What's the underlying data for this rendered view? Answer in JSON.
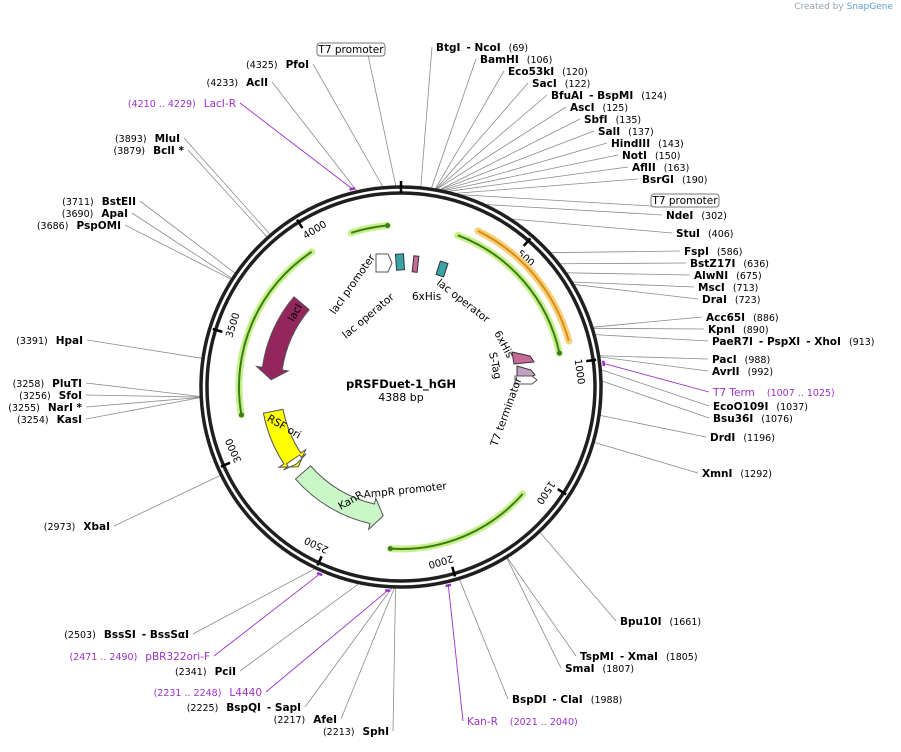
{
  "credit": {
    "created_by": "Created by",
    "brand": "SnapGene"
  },
  "plasmid": {
    "name": "pRSFDuet-1_hGH",
    "length_label": "4388 bp",
    "length": 4388
  },
  "ticks": [
    500,
    1000,
    1500,
    2000,
    2500,
    3000,
    3500,
    4000
  ],
  "sites": [
    {
      "label": "BtgI",
      "label2": "NcoI",
      "pos_text": "(69)",
      "bp": 69,
      "side": "right"
    },
    {
      "label": "BamHI",
      "pos_text": "(106)",
      "bp": 106,
      "side": "right"
    },
    {
      "label": "Eco53kI",
      "pos_text": "(120)",
      "bp": 120,
      "side": "right"
    },
    {
      "label": "SacI",
      "pos_text": "(122)",
      "bp": 122,
      "side": "right"
    },
    {
      "label": "BfuAI",
      "label2": "BspMI",
      "pos_text": "(124)",
      "bp": 124,
      "side": "right"
    },
    {
      "label": "AscI",
      "pos_text": "(125)",
      "bp": 125,
      "side": "right"
    },
    {
      "label": "SbfI",
      "pos_text": "(135)",
      "bp": 135,
      "side": "right"
    },
    {
      "label": "SalI",
      "pos_text": "(137)",
      "bp": 137,
      "side": "right"
    },
    {
      "label": "HindIII",
      "pos_text": "(143)",
      "bp": 143,
      "side": "right"
    },
    {
      "label": "NotI",
      "pos_text": "(150)",
      "bp": 150,
      "side": "right"
    },
    {
      "label": "AflII",
      "pos_text": "(163)",
      "bp": 163,
      "side": "right"
    },
    {
      "label": "BsrGI",
      "pos_text": "(190)",
      "bp": 190,
      "side": "right"
    },
    {
      "label": "NdeI",
      "pos_text": "(302)",
      "bp": 302,
      "side": "right"
    },
    {
      "label": "StuI",
      "pos_text": "(406)",
      "bp": 406,
      "side": "right"
    },
    {
      "label": "FspI",
      "pos_text": "(586)",
      "bp": 586,
      "side": "right"
    },
    {
      "label": "BstZ17I",
      "pos_text": "(636)",
      "bp": 636,
      "side": "right"
    },
    {
      "label": "AlwNI",
      "pos_text": "(675)",
      "bp": 675,
      "side": "right"
    },
    {
      "label": "MscI",
      "pos_text": "(713)",
      "bp": 713,
      "side": "right"
    },
    {
      "label": "DraI",
      "pos_text": "(723)",
      "bp": 723,
      "side": "right"
    },
    {
      "label": "Acc65I",
      "pos_text": "(886)",
      "bp": 886,
      "side": "right"
    },
    {
      "label": "KpnI",
      "pos_text": "(890)",
      "bp": 890,
      "side": "right"
    },
    {
      "label": "PaeR7I",
      "label2": "PspXI",
      "label3": "XhoI",
      "pos_text": "(913)",
      "bp": 913,
      "side": "right"
    },
    {
      "label": "PacI",
      "pos_text": "(988)",
      "bp": 988,
      "side": "right"
    },
    {
      "label": "AvrII",
      "pos_text": "(992)",
      "bp": 992,
      "side": "right"
    },
    {
      "label": "EcoO109I",
      "pos_text": "(1037)",
      "bp": 1037,
      "side": "right"
    },
    {
      "label": "Bsu36I",
      "pos_text": "(1076)",
      "bp": 1076,
      "side": "right"
    },
    {
      "label": "DrdI",
      "pos_text": "(1196)",
      "bp": 1196,
      "side": "right"
    },
    {
      "label": "XmnI",
      "pos_text": "(1292)",
      "bp": 1292,
      "side": "right"
    },
    {
      "label": "Bpu10I",
      "pos_text": "(1661)",
      "bp": 1661,
      "side": "right"
    },
    {
      "label": "TspMI",
      "label2": "XmaI",
      "pos_text": "(1805)",
      "bp": 1805,
      "side": "right"
    },
    {
      "label": "SmaI",
      "pos_text": "(1807)",
      "bp": 1807,
      "side": "right"
    },
    {
      "label": "BspDI",
      "label2": "ClaI",
      "pos_text": "(1988)",
      "bp": 1988,
      "side": "right"
    },
    {
      "label": "SphI",
      "pos_text": "(2213)",
      "bp": 2213,
      "side": "left"
    },
    {
      "label": "AfeI",
      "pos_text": "(2217)",
      "bp": 2217,
      "side": "left"
    },
    {
      "label": "BspQI",
      "label2": "SapI",
      "pos_text": "(2225)",
      "bp": 2225,
      "side": "left"
    },
    {
      "label": "PciI",
      "pos_text": "(2341)",
      "bp": 2341,
      "side": "left"
    },
    {
      "label": "BssSI",
      "label2": "BssSαI",
      "pos_text": "(2503)",
      "bp": 2503,
      "side": "left"
    },
    {
      "label": "XbaI",
      "pos_text": "(2973)",
      "bp": 2973,
      "side": "left"
    },
    {
      "label": "KasI",
      "pos_text": "(3254)",
      "bp": 3254,
      "side": "left"
    },
    {
      "label": "NarI *",
      "pos_text": "(3255)",
      "bp": 3255,
      "side": "left"
    },
    {
      "label": "SfoI",
      "pos_text": "(3256)",
      "bp": 3256,
      "side": "left"
    },
    {
      "label": "PluTI",
      "pos_text": "(3258)",
      "bp": 3258,
      "side": "left"
    },
    {
      "label": "HpaI",
      "pos_text": "(3391)",
      "bp": 3391,
      "side": "left"
    },
    {
      "label": "PspOMI",
      "pos_text": "(3686)",
      "bp": 3686,
      "side": "left"
    },
    {
      "label": "ApaI",
      "pos_text": "(3690)",
      "bp": 3690,
      "side": "left"
    },
    {
      "label": "BstEII",
      "pos_text": "(3711)",
      "bp": 3711,
      "side": "left"
    },
    {
      "label": "BclI *",
      "pos_text": "(3879)",
      "bp": 3879,
      "side": "left"
    },
    {
      "label": "MluI",
      "pos_text": "(3893)",
      "bp": 3893,
      "side": "left"
    },
    {
      "label": "AclI",
      "pos_text": "(4233)",
      "bp": 4233,
      "side": "left"
    },
    {
      "label": "PfoI",
      "pos_text": "(4325)",
      "bp": 4325,
      "side": "left"
    }
  ],
  "primers": [
    {
      "label": "LacI-R",
      "pos_text": "(4210 .. 4229)",
      "start": 4210,
      "end": 4229
    },
    {
      "label": "T7 Term",
      "pos_text": "(1007 .. 1025)",
      "start": 1007,
      "end": 1025
    },
    {
      "label": "Kan-R",
      "pos_text": "(2021 .. 2040)",
      "start": 2021,
      "end": 2040
    },
    {
      "label": "L4440",
      "pos_text": "(2231 .. 2248)",
      "start": 2231,
      "end": 2248
    },
    {
      "label": "pBR322ori-F",
      "pos_text": "(2471 .. 2490)",
      "start": 2471,
      "end": 2490
    }
  ],
  "boxed_features": [
    {
      "label": "T7 promoter",
      "bp": 4370
    },
    {
      "label": "T7 promoter",
      "bp": 205
    }
  ],
  "features": [
    {
      "name": "lacI",
      "start": 3780,
      "end": 3330,
      "color": "#93265c",
      "label_on_arrow": "lacI"
    },
    {
      "name": "RSF ori",
      "start": 3160,
      "end": 2830,
      "color": "#ffff00",
      "label_on_arrow": "RSF ori"
    },
    {
      "name": "KanR",
      "start": 2790,
      "end": 2290,
      "color": "#c9f7c7",
      "label_on_arrow": "KanR"
    },
    {
      "name": "hGH",
      "start": 330,
      "end": 890,
      "color": "#f7ab2d"
    },
    {
      "name": "AmpR promoter",
      "start": 2880,
      "end": 2840,
      "color": "#ffffff"
    }
  ],
  "feature_labels": {
    "laci_promoter": "lacI promoter",
    "lac_operator_1": "lac operator",
    "his6_1": "6xHis",
    "lac_operator_2": "lac operator",
    "his6_2": "6xHis",
    "s_tag": "S-Tag",
    "t7_terminator": "T7 terminator",
    "ampr_promoter": "AmpR promoter"
  },
  "colors": {
    "primer": "#9b30c8",
    "green_orf": "#3a7d18",
    "green_glow": "#c8f08a",
    "orange_glow": "#f3d27a",
    "backbone": "#1f1f1f"
  }
}
